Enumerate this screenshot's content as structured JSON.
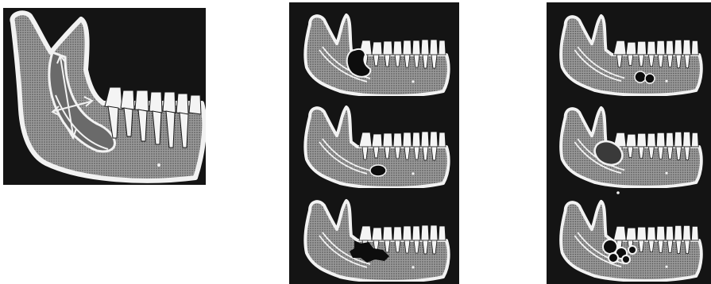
{
  "figure": {
    "panels": [
      {
        "id": "reference",
        "views": [
          {
            "id": "reference-mandible",
            "lesion": "outlined"
          }
        ]
      },
      {
        "id": "middle-column",
        "views": [
          {
            "id": "view-1",
            "lesion": "rounded-distal"
          },
          {
            "id": "view-2",
            "lesion": "small-round"
          },
          {
            "id": "view-3",
            "lesion": "irregular"
          }
        ]
      },
      {
        "id": "right-column",
        "views": [
          {
            "id": "view-4",
            "lesion": "periapical-pair"
          },
          {
            "id": "view-5",
            "lesion": "oval"
          },
          {
            "id": "view-6",
            "lesion": "multilocular"
          }
        ]
      }
    ],
    "colors": {
      "background": "#141414",
      "bone_fill": "#8c8c8c",
      "outline": "#f2f2f2",
      "lesion_fill": "#0d0d0d"
    }
  }
}
